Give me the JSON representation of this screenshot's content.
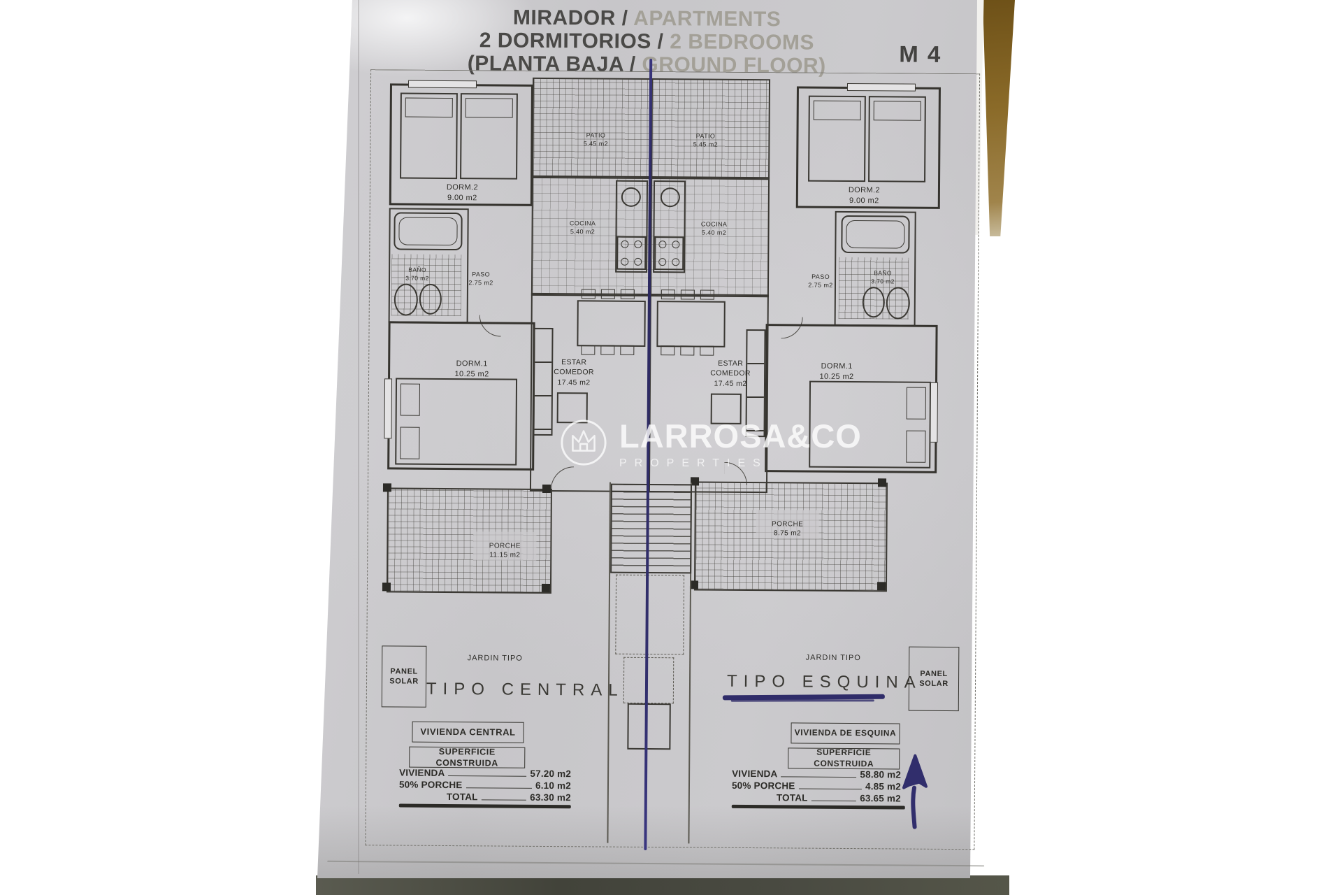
{
  "title": {
    "lines": [
      {
        "primary": "MIRADOR /",
        "secondary": "APARTMENTS"
      },
      {
        "primary": "2 DORMITORIOS /",
        "secondary": "2 BEDROOMS"
      },
      {
        "primary": "(PLANTA BAJA /",
        "secondary": "GROUND FLOOR)"
      }
    ],
    "plan_code": "M 4"
  },
  "watermark": {
    "brand": "LARROSA&CO",
    "tagline": "PROPERTIES"
  },
  "units": {
    "left": {
      "type_label": "TIPO CENTRAL",
      "jardin": "JARDIN TIPO",
      "solar_panel": "PANEL\nSOLAR",
      "rooms": {
        "dorm2": {
          "label": "DORM.2",
          "area": "9.00 m2"
        },
        "patio": {
          "label": "PATIO",
          "area": "5.45 m2"
        },
        "cocina": {
          "label": "COCINA",
          "area": "5.40 m2"
        },
        "bano": {
          "label": "BAÑO",
          "area": "3.70 m2"
        },
        "paso": {
          "label": "PASO",
          "area": "2.75 m2"
        },
        "dorm1": {
          "label": "DORM.1",
          "area": "10.25 m2"
        },
        "estar": {
          "label": "ESTAR\nCOMEDOR",
          "area": "17.45 m2"
        },
        "porche": {
          "label": "PORCHE",
          "area": "11.15 m2"
        }
      },
      "summary": {
        "title": "VIVIENDA CENTRAL",
        "subtitle": "SUPERFICIE CONSTRUIDA",
        "rows": [
          {
            "label": "VIVIENDA",
            "value": "57.20 m2"
          },
          {
            "label": "50% PORCHE",
            "value": "6.10 m2"
          },
          {
            "label": "TOTAL",
            "value": "63.30 m2"
          }
        ]
      }
    },
    "right": {
      "type_label": "TIPO ESQUINA",
      "jardin": "JARDIN TIPO",
      "solar_panel": "PANEL\nSOLAR",
      "rooms": {
        "dorm2": {
          "label": "DORM.2",
          "area": "9.00 m2"
        },
        "patio": {
          "label": "PATIO",
          "area": "5.45 m2"
        },
        "cocina": {
          "label": "COCINA",
          "area": "5.40 m2"
        },
        "bano": {
          "label": "BAÑO",
          "area": "3.70 m2"
        },
        "paso": {
          "label": "PASO",
          "area": "2.75 m2"
        },
        "dorm1": {
          "label": "DORM.1",
          "area": "10.25 m2"
        },
        "estar": {
          "label": "ESTAR\nCOMEDOR",
          "area": "17.45 m2"
        },
        "porche": {
          "label": "PORCHE",
          "area": "8.75 m2"
        }
      },
      "summary": {
        "title": "VIVIENDA DE ESQUINA",
        "subtitle": "SUPERFICIE CONSTRUIDA",
        "rows": [
          {
            "label": "VIVIENDA",
            "value": "58.80 m2"
          },
          {
            "label": "50% PORCHE",
            "value": "4.85 m2"
          },
          {
            "label": "TOTAL",
            "value": "63.65 m2"
          }
        ]
      }
    }
  }
}
